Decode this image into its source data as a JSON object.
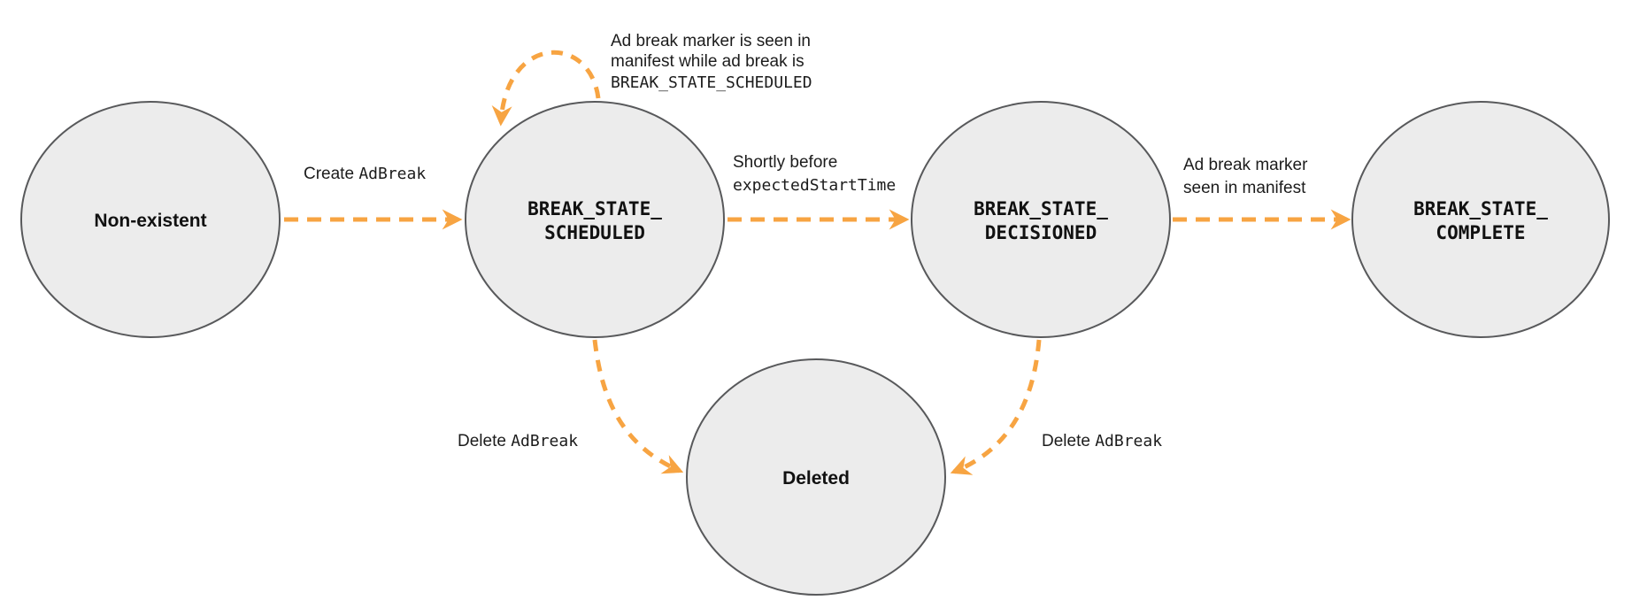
{
  "diagram": {
    "type": "state-diagram",
    "accent_color": "#F7A442",
    "node_fill": "#ECECEC",
    "node_border": "#58595B",
    "states": {
      "non_existent": {
        "label": "Non-existent"
      },
      "scheduled": {
        "line1": "BREAK_STATE_",
        "line2": "SCHEDULED"
      },
      "decisioned": {
        "line1": "BREAK_STATE_",
        "line2": "DECISIONED"
      },
      "complete": {
        "line1": "BREAK_STATE_",
        "line2": "COMPLETE"
      },
      "deleted": {
        "label": "Deleted"
      }
    },
    "transitions": {
      "create": {
        "text": "Create ",
        "code": "AdBreak"
      },
      "marker_while_scheduled": {
        "line1": "Ad break marker is seen in",
        "line2": "manifest while ad break is",
        "line3": "BREAK_STATE_SCHEDULED"
      },
      "before_start": {
        "line1": "Shortly before",
        "line2_code": "expectedStartTime"
      },
      "marker_seen": {
        "line1": "Ad break marker",
        "line2": "seen in manifest"
      },
      "delete_from_scheduled": {
        "text": "Delete ",
        "code": "AdBreak"
      },
      "delete_from_decisioned": {
        "text": "Delete ",
        "code": "AdBreak"
      }
    }
  }
}
